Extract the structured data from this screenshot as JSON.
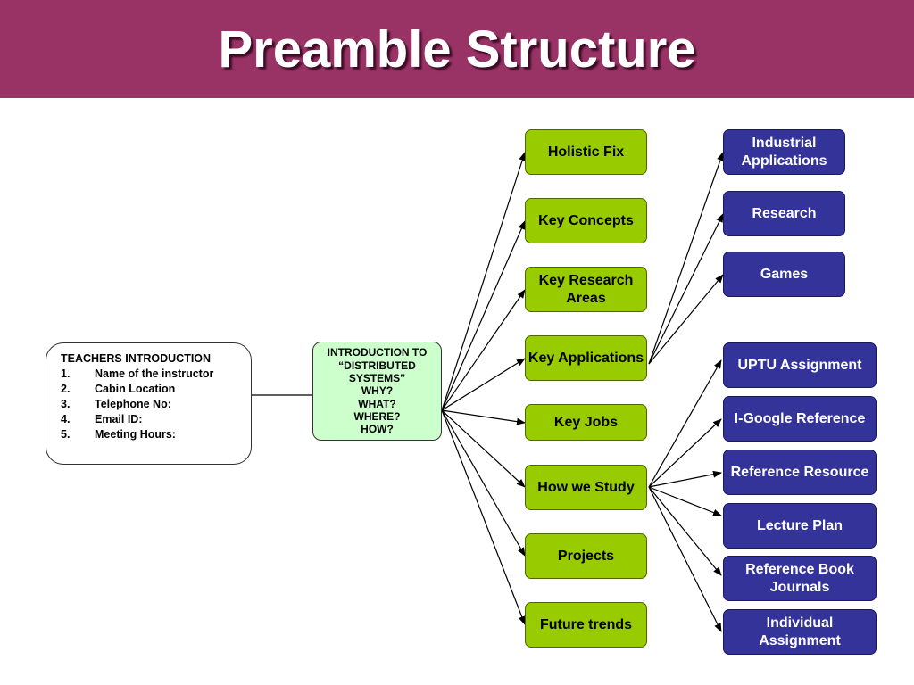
{
  "title": "Preamble Structure",
  "colors": {
    "header_bg": "#993366",
    "green_box": "#99cc00",
    "blue_box": "#333399",
    "center_box": "#ccffcc"
  },
  "teachers": {
    "heading": "TEACHERS INTRODUCTION",
    "items": [
      {
        "num": "1.",
        "text": "Name of the instructor"
      },
      {
        "num": "2.",
        "text": "Cabin Location"
      },
      {
        "num": "3.",
        "text": "Telephone No:"
      },
      {
        "num": "4.",
        "text": "Email ID:"
      },
      {
        "num": "5.",
        "text": "Meeting Hours:"
      }
    ]
  },
  "center": {
    "lines": [
      "INTRODUCTION TO",
      "“DISTRIBUTED",
      "SYSTEMS”",
      "WHY?",
      "WHAT?",
      "WHERE?",
      "HOW?"
    ]
  },
  "topics": [
    "Holistic Fix",
    "Key Concepts",
    "Key Research Areas",
    "Key Applications",
    "Key Jobs",
    "How we Study",
    "Projects",
    "Future trends"
  ],
  "applications": [
    "Industrial Applications",
    "Research",
    "Games"
  ],
  "study": [
    "UPTU Assignment",
    "I-Google Reference",
    "Reference Resource",
    "Lecture Plan",
    "Reference Book Journals",
    "Individual Assignment"
  ]
}
